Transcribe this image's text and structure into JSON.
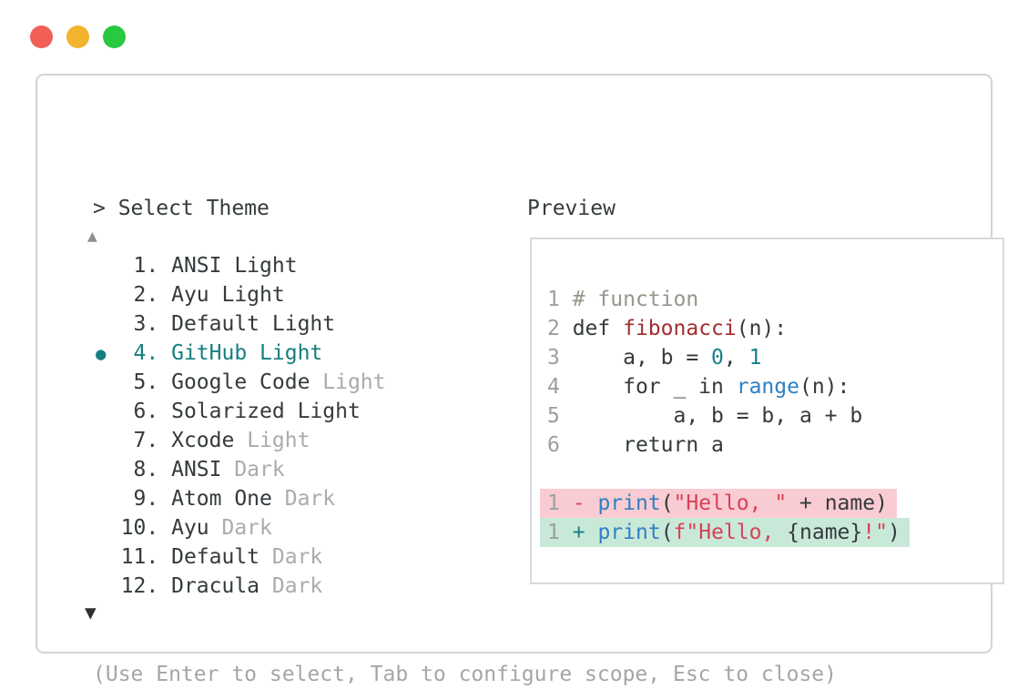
{
  "colors": {
    "ink": "#343a3d",
    "muted": "#a9abad",
    "line_number": "#9b9ea1",
    "help": "#a3a6a9",
    "comment": "#94978b",
    "function_name": "#a32c30",
    "string": "#d94056",
    "call": "#2f80c2",
    "constant": "#17818a",
    "selected": "#157f7f",
    "diff_removed_bg": "#f8ccd2",
    "diff_added_bg": "#c9e9d8"
  },
  "window": {
    "controls": [
      {
        "name": "close",
        "color": "#f15f57"
      },
      {
        "name": "minimize",
        "color": "#f2b42e"
      },
      {
        "name": "zoom",
        "color": "#28c840"
      }
    ]
  },
  "selector": {
    "prompt": "> Select Theme",
    "scroll_up": "▲",
    "scroll_down": "▼",
    "bullet": "●",
    "items": [
      {
        "num": " 1",
        "name": "ANSI Light",
        "muted": "",
        "selected": false
      },
      {
        "num": " 2",
        "name": "Ayu Light",
        "muted": "",
        "selected": false
      },
      {
        "num": " 3",
        "name": "Default Light",
        "muted": "",
        "selected": false
      },
      {
        "num": " 4",
        "name": "GitHub Light",
        "muted": "",
        "selected": true
      },
      {
        "num": " 5",
        "name": "Google Code",
        "muted": "Light",
        "selected": false
      },
      {
        "num": " 6",
        "name": "Solarized Light",
        "muted": "",
        "selected": false
      },
      {
        "num": " 7",
        "name": "Xcode",
        "muted": "Light",
        "selected": false
      },
      {
        "num": " 8",
        "name": "ANSI",
        "muted": "Dark",
        "selected": false
      },
      {
        "num": " 9",
        "name": "Atom One",
        "muted": "Dark",
        "selected": false
      },
      {
        "num": "10",
        "name": "Ayu",
        "muted": "Dark",
        "selected": false
      },
      {
        "num": "11",
        "name": "Default",
        "muted": "Dark",
        "selected": false
      },
      {
        "num": "12",
        "name": "Dracula",
        "muted": "Dark",
        "selected": false
      }
    ],
    "help_text": "(Use Enter to select, Tab to configure scope, Esc to close)"
  },
  "preview": {
    "label": "Preview",
    "code_lines": [
      {
        "diff": "",
        "tokens": [
          {
            "c": "ln",
            "t": "1"
          },
          {
            "c": "p",
            "t": " "
          },
          {
            "c": "cm",
            "t": "# function"
          }
        ]
      },
      {
        "diff": "",
        "tokens": [
          {
            "c": "ln",
            "t": "2"
          },
          {
            "c": "p",
            "t": " def "
          },
          {
            "c": "fn",
            "t": "fibonacci"
          },
          {
            "c": "p",
            "t": "(n):"
          }
        ]
      },
      {
        "diff": "",
        "tokens": [
          {
            "c": "ln",
            "t": "3"
          },
          {
            "c": "p",
            "t": "     a, b = "
          },
          {
            "c": "ct",
            "t": "0"
          },
          {
            "c": "p",
            "t": ", "
          },
          {
            "c": "ct",
            "t": "1"
          }
        ]
      },
      {
        "diff": "",
        "tokens": [
          {
            "c": "ln",
            "t": "4"
          },
          {
            "c": "p",
            "t": "     for _ in "
          },
          {
            "c": "cl",
            "t": "range"
          },
          {
            "c": "p",
            "t": "(n):"
          }
        ]
      },
      {
        "diff": "",
        "tokens": [
          {
            "c": "ln",
            "t": "5"
          },
          {
            "c": "p",
            "t": "         a, b = b, a + b"
          }
        ]
      },
      {
        "diff": "",
        "tokens": [
          {
            "c": "ln",
            "t": "6"
          },
          {
            "c": "p",
            "t": "     return a"
          }
        ]
      },
      {
        "diff": "",
        "tokens": []
      },
      {
        "diff": "removed",
        "tokens": [
          {
            "c": "ln",
            "t": "1"
          },
          {
            "c": "p",
            "t": " "
          },
          {
            "c": "mi",
            "t": "-"
          },
          {
            "c": "p",
            "t": " "
          },
          {
            "c": "cl",
            "t": "print"
          },
          {
            "c": "p",
            "t": "("
          },
          {
            "c": "st",
            "t": "\"Hello, \""
          },
          {
            "c": "p",
            "t": " + name)"
          }
        ]
      },
      {
        "diff": "added",
        "tokens": [
          {
            "c": "ln",
            "t": "1"
          },
          {
            "c": "p",
            "t": " "
          },
          {
            "c": "pl",
            "t": "+"
          },
          {
            "c": "p",
            "t": " "
          },
          {
            "c": "cl",
            "t": "print"
          },
          {
            "c": "p",
            "t": "("
          },
          {
            "c": "st",
            "t": "f\"Hello, "
          },
          {
            "c": "p",
            "t": "{name}"
          },
          {
            "c": "st",
            "t": "!\""
          },
          {
            "c": "p",
            "t": ")"
          }
        ]
      }
    ]
  }
}
